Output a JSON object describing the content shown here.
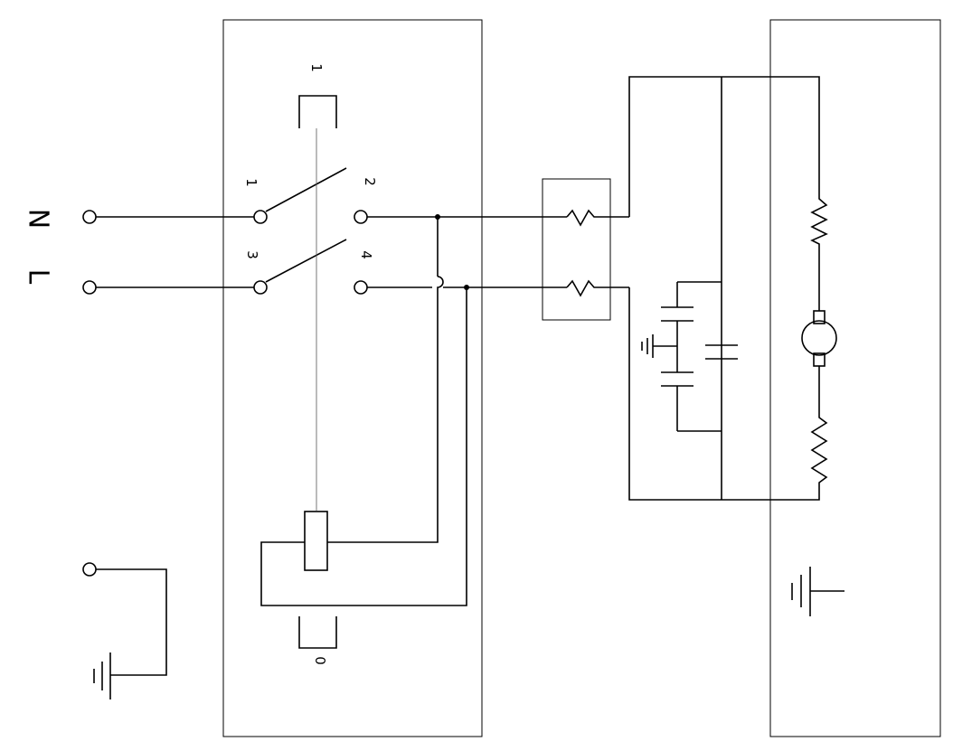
{
  "labels": {
    "neutral": "N",
    "line": "L",
    "contact_1": "1",
    "contact_2": "2",
    "contact_3": "3",
    "contact_4": "4",
    "button_on": "1",
    "button_off": "0"
  },
  "colors": {
    "line": "#000000",
    "thin_line": "#555555",
    "background": "#ffffff"
  }
}
